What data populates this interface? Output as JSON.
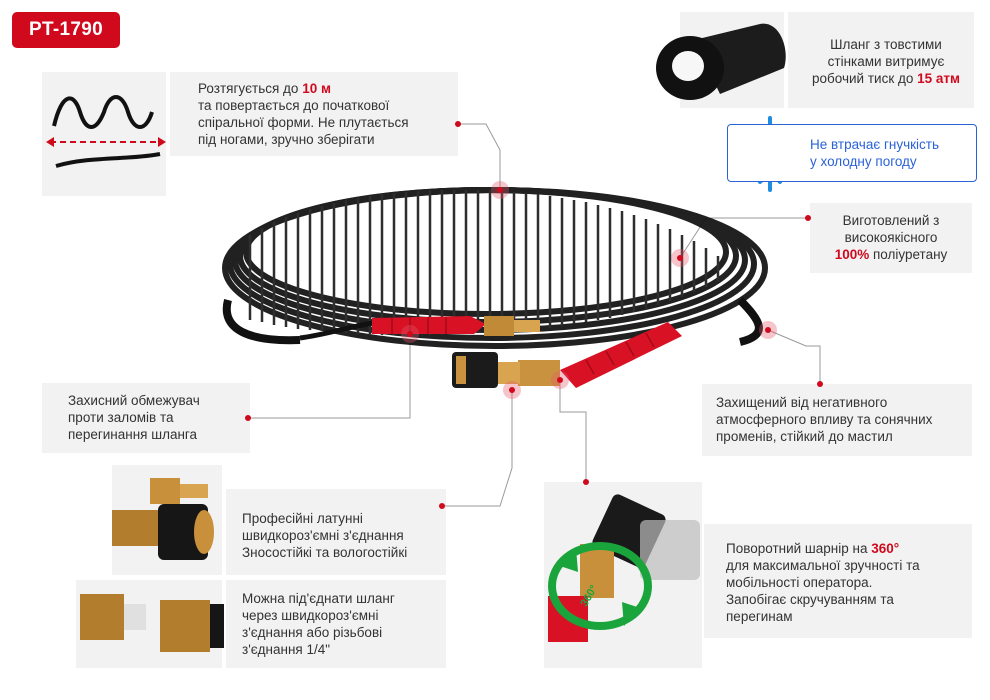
{
  "badge": "PT-1790",
  "stretch": {
    "line1_pre": "Розтягується до ",
    "line1_val": "10 м",
    "line2": "та повертається до початкової",
    "line3": "спіральної форми. Не плутається",
    "line4": "під ногами, зручно зберігати"
  },
  "thick_wall": {
    "line1": "Шланг з товстими",
    "line2": "стінками витримує",
    "line3_pre": "робочий тиск до ",
    "line3_val": "15 атм"
  },
  "frost": {
    "line1": "Не втрачає гнучкість",
    "line2": "у холодну погоду"
  },
  "polyurethane": {
    "line1": "Виготовлений з",
    "line2": "високоякісного",
    "line3_val": "100%",
    "line3_post": " поліуретану"
  },
  "limiter": {
    "line1": "Захисний обмежувач",
    "line2": "проти заломів та",
    "line3": "перегинання шланга"
  },
  "weather": {
    "line1": "Захищений від негативного",
    "line2": "атмосферного впливу та сонячних",
    "line3": "променів, стійкий до мастил"
  },
  "brass": {
    "line1": "Професійні латунні",
    "line2": "швидкороз'ємні з'єднання",
    "line3": "Зносостійкі та вологостійкі"
  },
  "connect": {
    "line1": "Можна під'єднати шланг",
    "line2": "через швидкороз'ємні",
    "line3": "з'єднання або різьбові",
    "line4": "з'єднання 1/4\""
  },
  "swivel": {
    "line1_pre": "Поворотний шарнір на ",
    "line1_val": "360°",
    "line2": "для максимальної зручності та",
    "line3": "мобільності оператора.",
    "line4": "Запобігає скручуванням та",
    "line5": "перегинам",
    "icon_label": "360°"
  },
  "colors": {
    "accent": "#d0091d",
    "frost": "#2a62d8",
    "panel": "#f2f2f2"
  },
  "icons": [
    "snowflake-icon",
    "stretch-wave-icon",
    "hose-cross-section-icon",
    "rotation-arrow-icon"
  ]
}
